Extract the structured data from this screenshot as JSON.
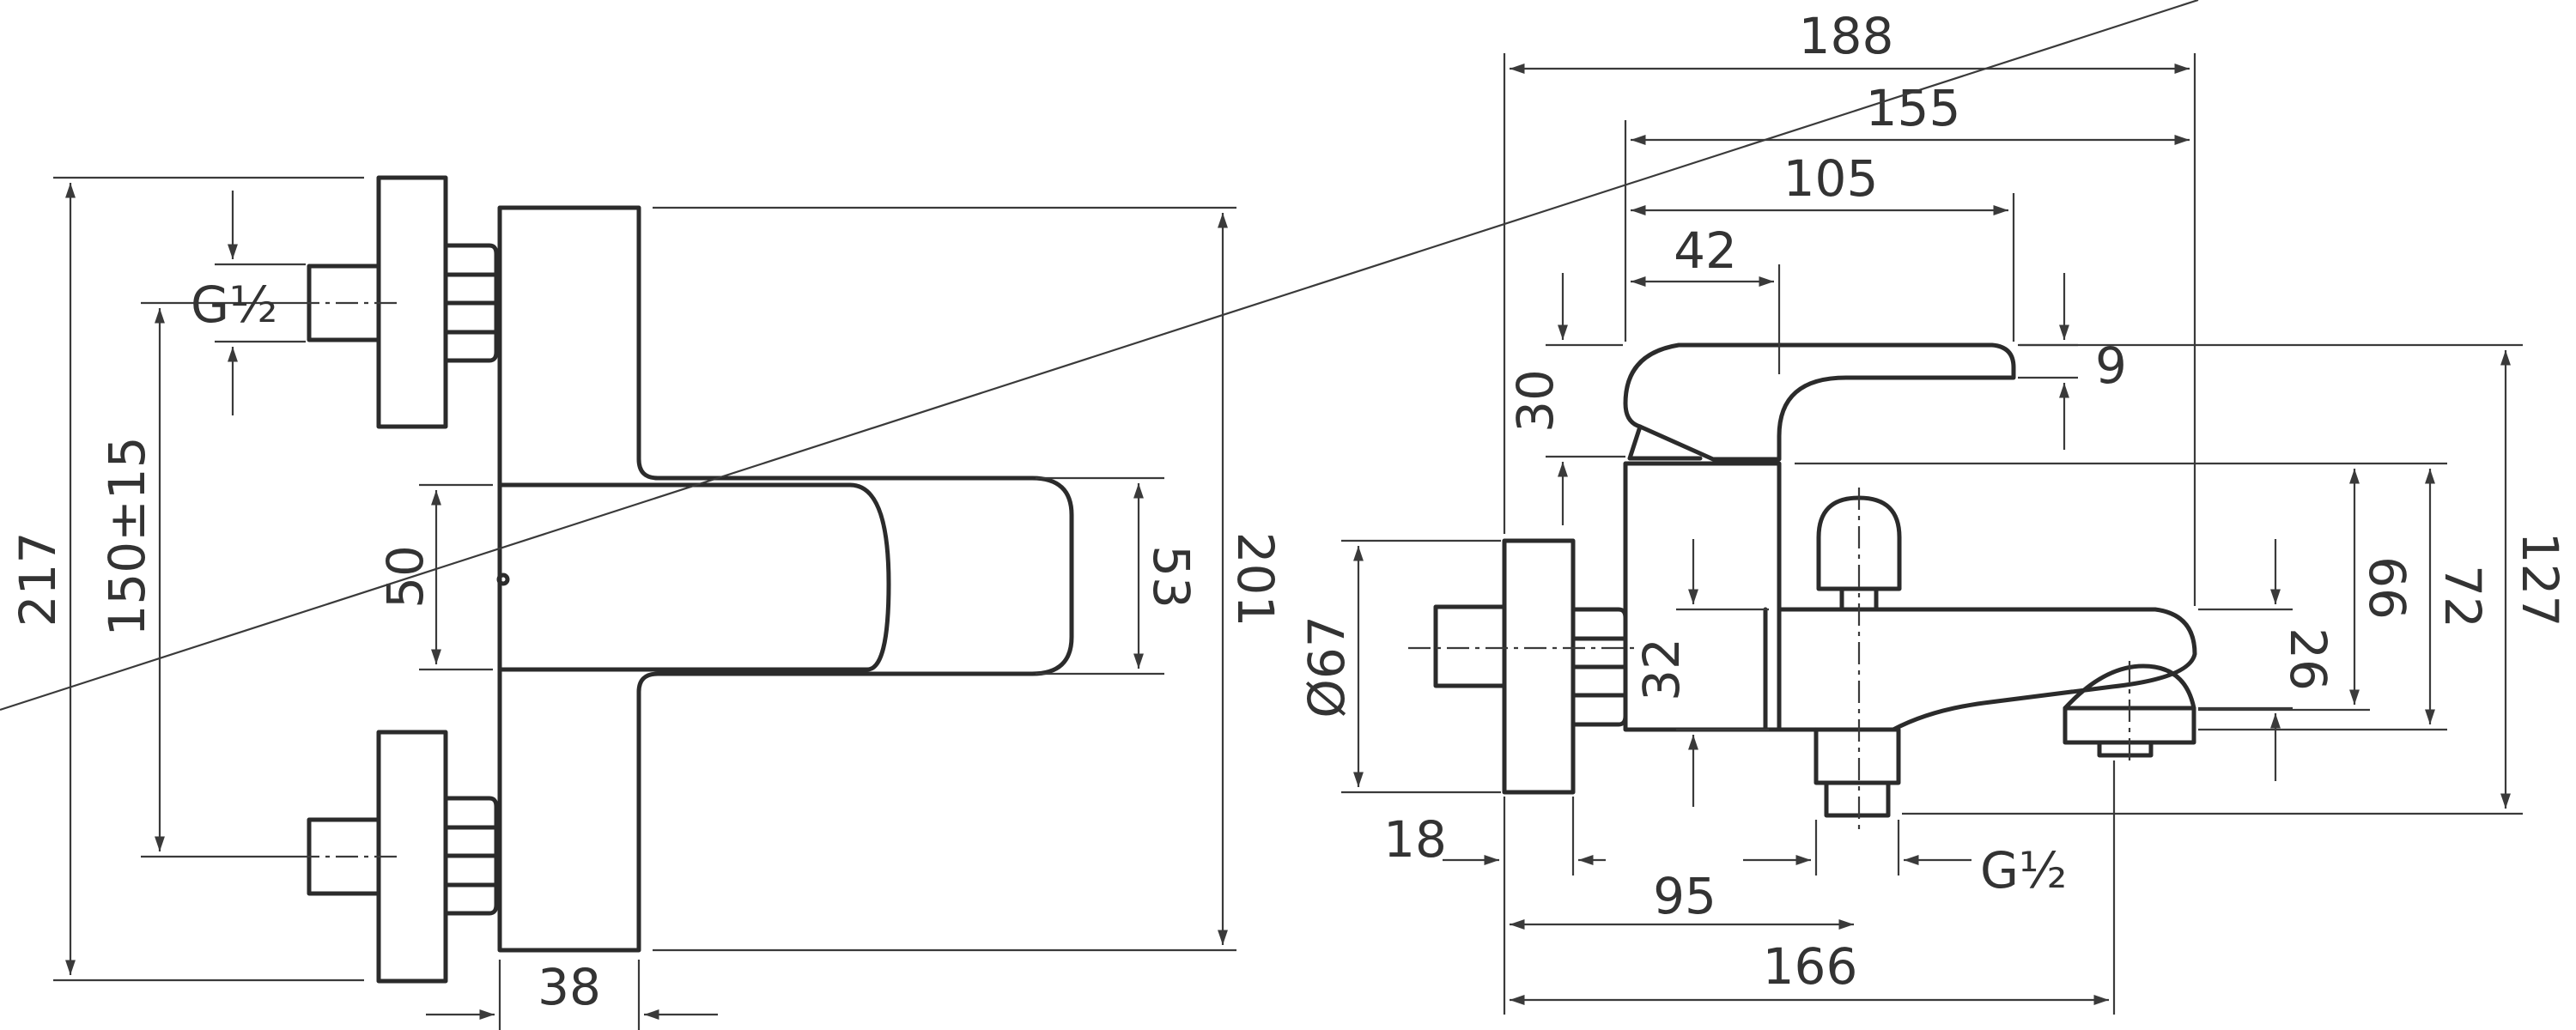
{
  "labels": {
    "d188": "188",
    "d155": "155",
    "d105": "105",
    "d42": "42",
    "d30": "30",
    "d9": "9",
    "d127": "127",
    "d72": "72",
    "d66": "66",
    "d26": "26",
    "d32": "32",
    "d67": "Ø67",
    "d18": "18",
    "d95": "95",
    "d166": "166",
    "thread_right": "G½",
    "thread_left": "G½",
    "d217": "217",
    "d150": "150±15",
    "d50": "50",
    "d53": "53",
    "d201": "201",
    "d38": "38"
  },
  "colors": {
    "line": "#2b2b2b",
    "dim": "#3a3a3a",
    "background": "#ffffff"
  }
}
